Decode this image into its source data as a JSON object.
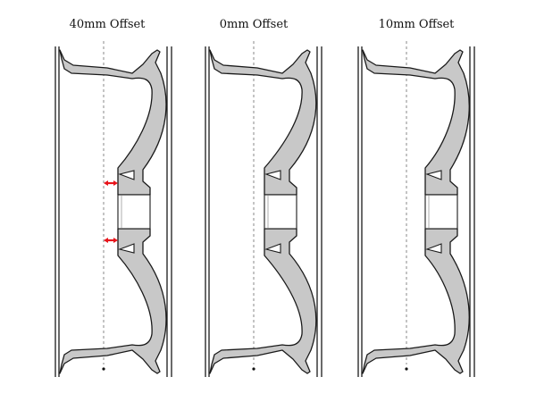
{
  "diagrams": [
    {
      "title": "40mm Offset",
      "show_arrows": true
    },
    {
      "title": "0mm Offset",
      "show_arrows": false
    },
    {
      "title": "10mm Offset",
      "show_arrows": false
    }
  ],
  "colors": {
    "wheel_fill": "#c8c8c8",
    "outline": "#1a1a1a",
    "arrow": "#e8141b",
    "centerline": "#888888"
  }
}
